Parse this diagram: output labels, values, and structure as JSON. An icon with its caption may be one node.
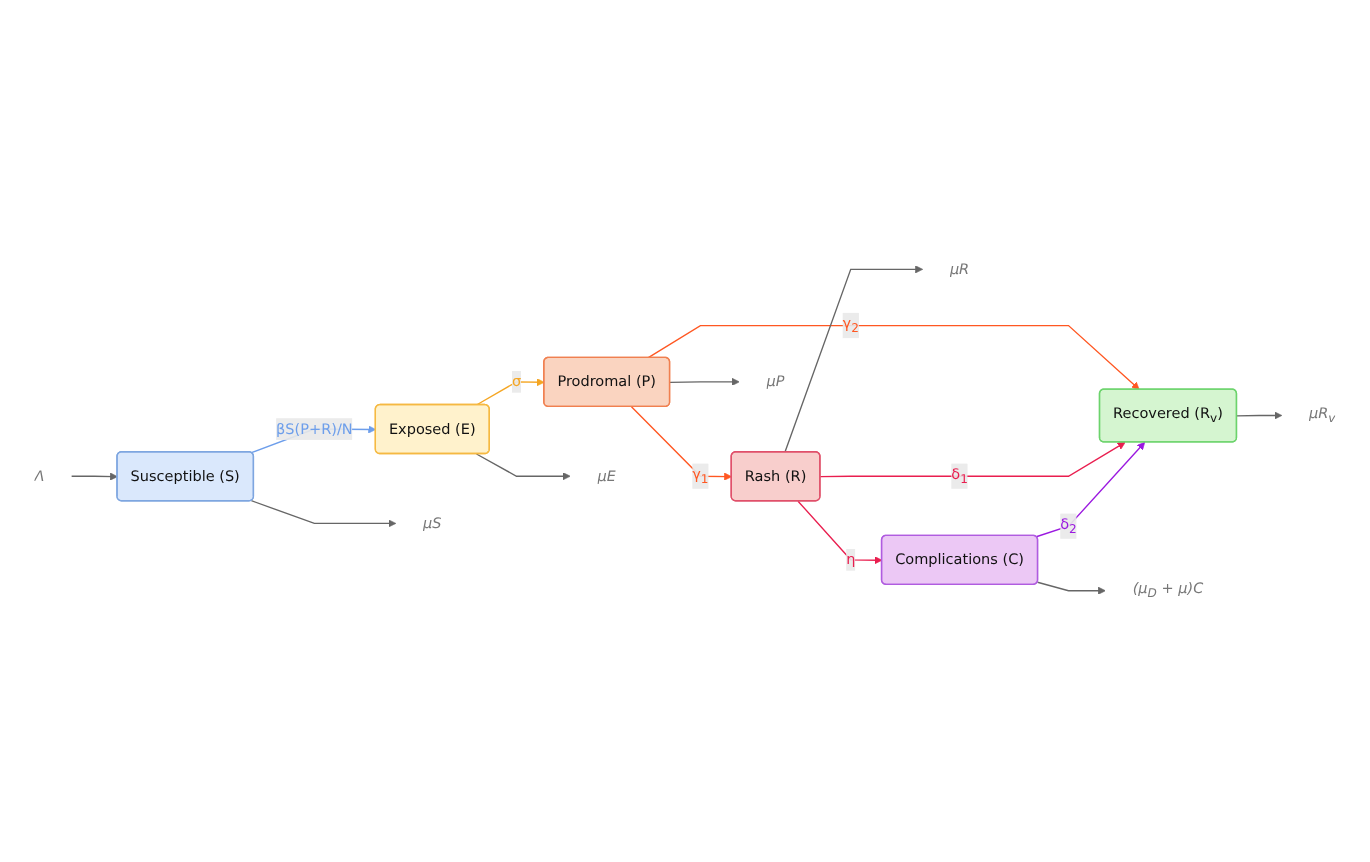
{
  "diagram": {
    "nodes": [
      {
        "text": [
          "μR$_{v}$"
        ]
      },
      {
        "text": [
          "Recovered (R$_{v}$)"
        ]
      },
      {
        "text": [
          "Λ"
        ]
      },
      {
        "text": [
          "Susceptible (S)"
        ]
      },
      {
        "text": [
          "Exposed (E)"
        ]
      },
      {
        "text": [
          "Prodromal (P)"
        ]
      },
      {
        "text": [
          "Rash (R)"
        ]
      },
      {
        "text": [
          "μS"
        ]
      },
      {
        "text": [
          "μE"
        ]
      },
      {
        "text": [
          "μP"
        ]
      },
      {
        "text": [
          "μR"
        ]
      },
      {
        "text": [
          "Complications (C)"
        ]
      },
      {
        "text": [
          "(μ$_{D}$ + μ)C"
        ]
      }
    ],
    "edges": [
      {
        "from": 2,
        "to": 3,
        "arrow": "to"
      },
      {
        "from": 3,
        "to": 4,
        "arrow": "to",
        "label": "βS(P+R)/N",
        "color": "#6d9eeb"
      },
      {
        "from": 3,
        "to": 7,
        "arrow": "to"
      },
      {
        "from": 4,
        "to": 5,
        "arrow": "to",
        "label": "σ",
        "color": "#f5a623"
      },
      {
        "from": 4,
        "to": 8,
        "arrow": "to"
      },
      {
        "from": 5,
        "to": 6,
        "arrow": "to",
        "label": "γ$_{1}$",
        "color": "#ff5722"
      },
      {
        "from": 5,
        "to": 1,
        "arrow": "to",
        "label": "γ$_{2}$",
        "color": "#ff5722"
      },
      {
        "from": 5,
        "to": 9,
        "arrow": "to"
      },
      {
        "from": 6,
        "to": 1,
        "arrow": "to",
        "label": "δ$_{1}$",
        "color": "#e91e4f"
      },
      {
        "from": 6,
        "to": 10,
        "arrow": "to"
      },
      {
        "from": 6,
        "to": 11,
        "arrow": "to",
        "label": "η",
        "color": "#e91e4f"
      },
      {
        "from": 1,
        "to": 0,
        "arrow": "to"
      },
      {
        "from": 11,
        "to": 1,
        "arrow": "to",
        "label": "δ$_{2}$",
        "color": "#9b19e0"
      },
      {
        "from": 11,
        "to": 12,
        "arrow": "to"
      }
    ]
  }
}
